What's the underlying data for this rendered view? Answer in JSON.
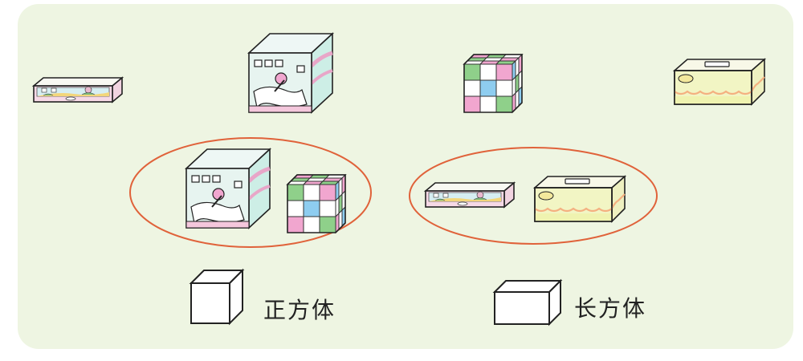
{
  "legend": {
    "cube_label": "正方体",
    "cuboid_label": "长方体"
  },
  "colors": {
    "panel_background": "#eef5e2",
    "ellipse_outline": "#e0623a",
    "outline": "#222222",
    "cube_face_top": "#eef7f5",
    "rubik_green": "#8fd08a",
    "rubik_pink": "#f1a6cf",
    "rubik_blue": "#8ecdf0",
    "tissue_yellow": "#f2f5c4",
    "tissue_wave": "#f4b080",
    "pencil_box_pink": "#f4d6e4"
  },
  "objects": [
    {
      "name": "pencil-box",
      "type": "cuboid"
    },
    {
      "name": "drawing-cube-box",
      "type": "cube"
    },
    {
      "name": "rubiks-cube",
      "type": "cube"
    },
    {
      "name": "tissue-box",
      "type": "cuboid"
    }
  ],
  "groups": [
    {
      "name": "cube-group",
      "members": [
        "drawing-cube-box",
        "rubiks-cube"
      ]
    },
    {
      "name": "cuboid-group",
      "members": [
        "pencil-box",
        "tissue-box"
      ]
    }
  ]
}
